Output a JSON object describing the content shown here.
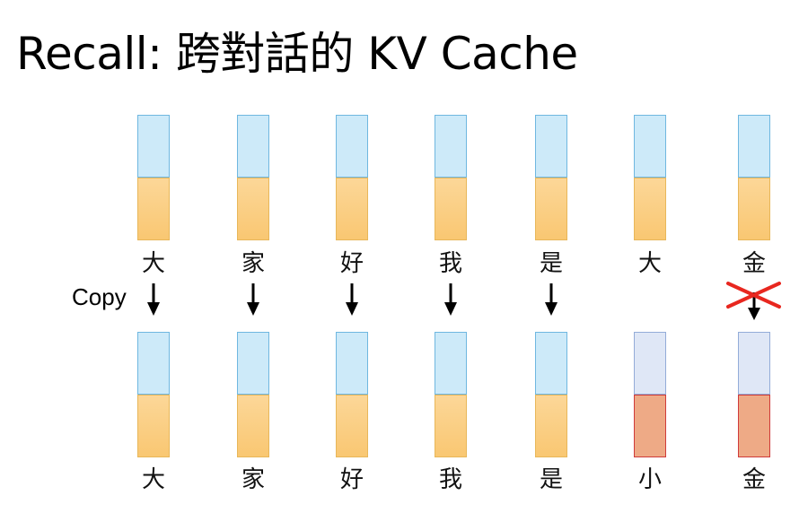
{
  "slide": {
    "title": "Recall: 跨對話的 KV Cache",
    "copy_label": "Copy"
  },
  "diagram": {
    "top_row": {
      "tokens": [
        "大",
        "家",
        "好",
        "我",
        "是",
        "大",
        "金"
      ]
    },
    "bottom_row": {
      "tokens": [
        "大",
        "家",
        "好",
        "我",
        "是",
        "小",
        "金"
      ]
    },
    "copied": [
      true,
      true,
      true,
      true,
      true,
      false,
      false
    ],
    "crossed_out": [
      false,
      false,
      false,
      false,
      false,
      false,
      true
    ],
    "colors": {
      "key_cache": "#cdeaf9",
      "value_cache": "#f9c772",
      "recomputed_key": "#dfe7f6",
      "recomputed_value": "#eeaa86",
      "cross": "#e8271f",
      "arrow": "#000000"
    }
  }
}
